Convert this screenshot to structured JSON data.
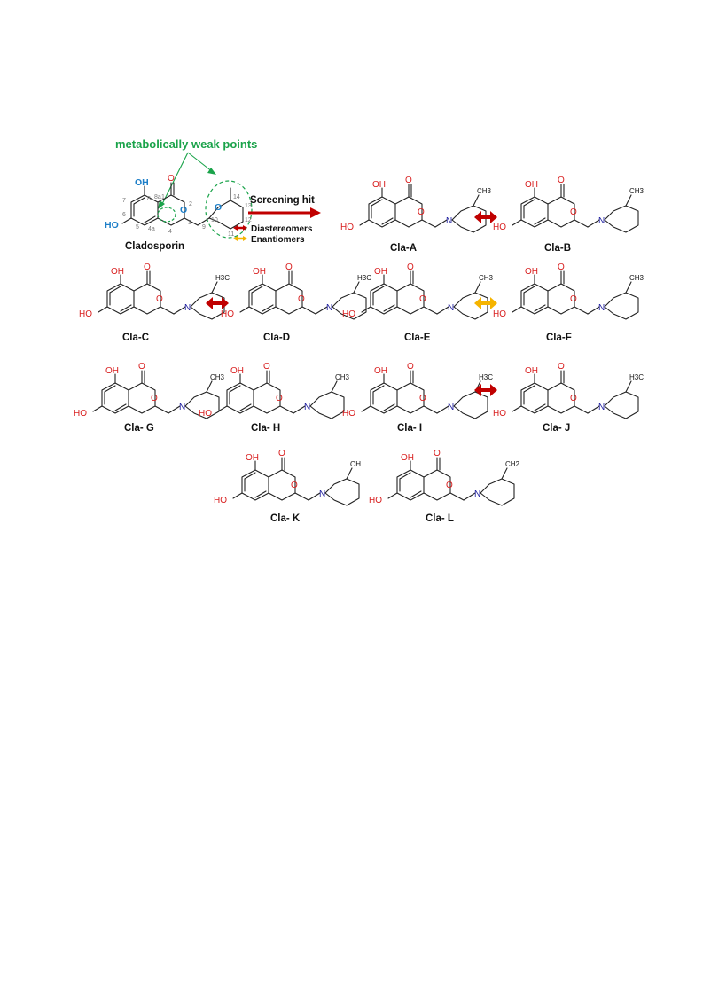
{
  "header": {
    "weak_points_label": "metabolically weak points",
    "arrow_label": "Screening hit",
    "legend": {
      "diastereomers": "Diastereomers",
      "enantiomers": "Enantiomers"
    }
  },
  "parent": {
    "name": "Cladosporin",
    "atom_numbers": [
      "1",
      "2",
      "3",
      "4",
      "4a",
      "5",
      "6",
      "7",
      "8",
      "8a",
      "9",
      "10",
      "11",
      "12",
      "13",
      "14"
    ]
  },
  "atoms": {
    "oh": "OH",
    "ho": "HO",
    "o": "O",
    "n": "N",
    "ch3": "CH3",
    "h3c": "H3C",
    "cooh": "OH",
    "ch2": "CH2"
  },
  "compounds": [
    {
      "name": "Cla-A",
      "substituent": "CH3"
    },
    {
      "name": "Cla-B",
      "substituent": "CH3"
    },
    {
      "name": "Cla-C",
      "substituent": "H3C"
    },
    {
      "name": "Cla-D",
      "substituent": "H3C"
    },
    {
      "name": "Cla-E",
      "substituent": "CH3"
    },
    {
      "name": "Cla-F",
      "substituent": "CH3"
    },
    {
      "name": "Cla- G",
      "substituent": "CH3"
    },
    {
      "name": "Cla- H",
      "substituent": "CH3"
    },
    {
      "name": "Cla- I",
      "substituent": "H3C"
    },
    {
      "name": "Cla- J",
      "substituent": "H3C"
    },
    {
      "name": "Cla- K",
      "substituent": "OH"
    },
    {
      "name": "Cla- L",
      "substituent": "CH2"
    }
  ],
  "colors": {
    "weak_points": "#1aa34a",
    "diastereomer_arrow": "#c00000",
    "enantiomer_arrow": "#f5b400",
    "oxygen": "#d81e1e",
    "nitrogen": "#2020a0",
    "cladosporin_heteroatom": "#1e7fc8"
  }
}
